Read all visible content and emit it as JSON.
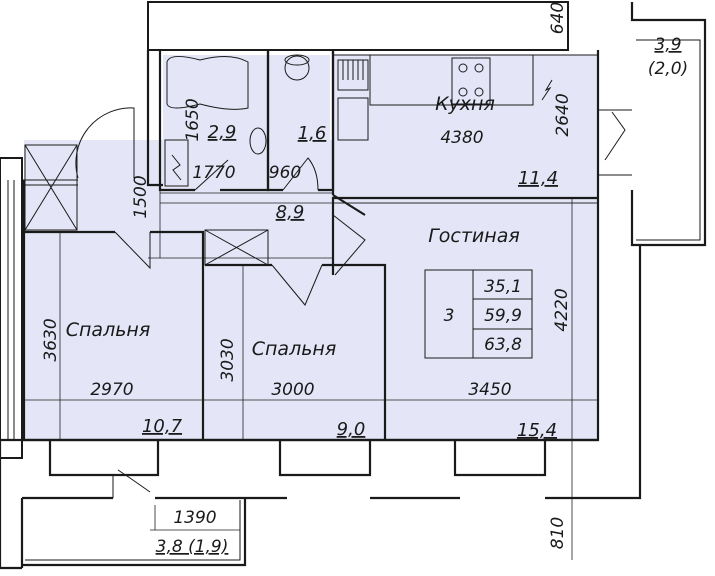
{
  "rooms": {
    "kitchen": {
      "name": "Кухня",
      "width": "4380",
      "depth": "2640",
      "area": "11,4"
    },
    "living": {
      "name": "Гостиная",
      "width": "3450",
      "depth": "4220",
      "area": "15,4"
    },
    "bedroom1": {
      "name": "Спальня",
      "width": "2970",
      "depth": "3630",
      "area": "10,7"
    },
    "bedroom2": {
      "name": "Спальня",
      "width": "3000",
      "depth": "3030",
      "area": "9,0"
    },
    "bathroom": {
      "depth": "1650",
      "area": "2,9"
    },
    "wc": {
      "area": "1,6"
    },
    "hall": {
      "width1": "1770",
      "width2": "960",
      "depth": "1500",
      "area": "8,9"
    }
  },
  "balconies": {
    "right": {
      "area": "3,9",
      "area_reduced": "(2,0)",
      "depth": "640"
    },
    "bottom": {
      "width": "1390",
      "area_label": "3,8 (1,9)",
      "depth": "810"
    }
  },
  "summary": {
    "rooms_count": "3",
    "living_area": "35,1",
    "total_area": "59,9",
    "total_with_balcony": "63,8"
  }
}
